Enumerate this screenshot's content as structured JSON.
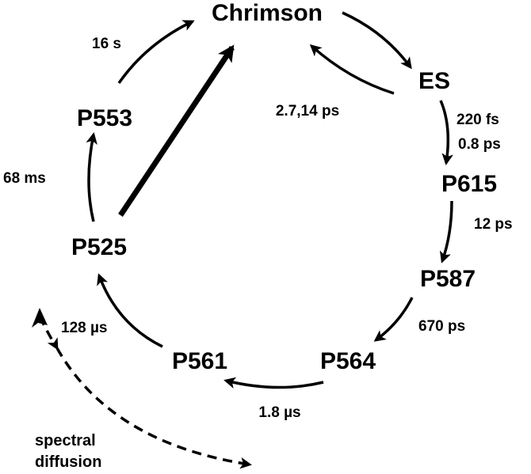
{
  "states": {
    "chrimson": "Chrimson",
    "es": "ES",
    "p615": "P615",
    "p587": "P587",
    "p564": "P564",
    "p561": "P561",
    "p525": "P525",
    "p553": "P553"
  },
  "rates": {
    "chrimson_es": "2.7,14 ps",
    "es_p615_1": "220 fs",
    "es_p615_2": "0.8 ps",
    "p615_p587": "12 ps",
    "p587_p564": "670 ps",
    "p564_p561": "1.8 µs",
    "p561_p525": "128 µs",
    "p525_p553": "68 ms",
    "p553_chrimson": "16 s"
  },
  "annotation": {
    "line1": "spectral",
    "line2": "diffusion"
  },
  "colors": {
    "ink": "#000000",
    "background": "#ffffff"
  }
}
